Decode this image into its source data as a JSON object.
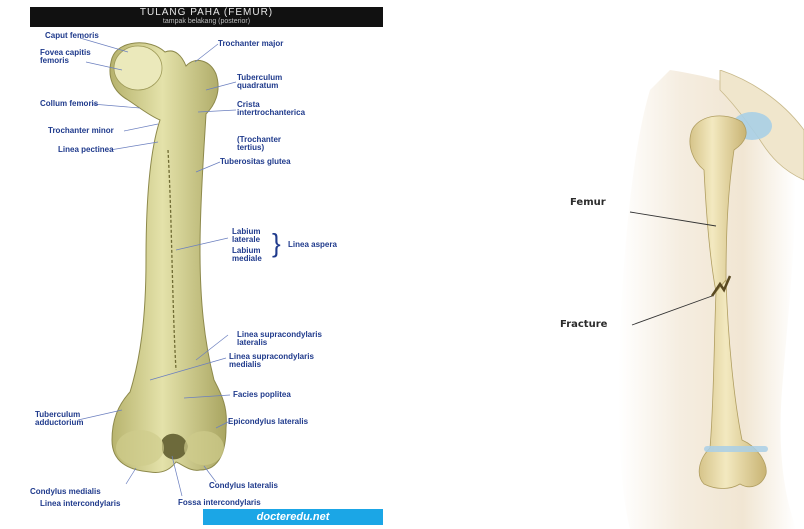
{
  "left": {
    "title": "TULANG PAHA (FEMUR)",
    "subtitle": "tampak belakang (posterior)",
    "labels": {
      "caput_femoris": "Caput femoris",
      "fovea_capitis": "Fovea capitis femoris",
      "collum_femoris": "Collum femoris",
      "trochanter_minor": "Trochanter minor",
      "linea_pectinea": "Linea pectinea",
      "trochanter_major": "Trochanter major",
      "tuberculum_quadratum": "Tuberculum quadratum",
      "crista_intertrochanterica": "Crista intertrochanterica",
      "trochanter_tertius": "(Trochanter tertius)",
      "tuberositas_glutea": "Tuberositas glutea",
      "labium_laterale": "Labium laterale",
      "labium_mediale": "Labium mediale",
      "linea_aspera": "Linea aspera",
      "linea_supracondylaris_lateralis": "Linea supracondylaris lateralis",
      "linea_supracondylaris_medialis": "Linea supracondylaris medialis",
      "facies_poplitea": "Facies poplitea",
      "tuberculum_adductorium": "Tuberculum adductorium",
      "epicondylus_lateralis": "Epicondylus lateralis",
      "condylus_lateralis": "Condylus lateralis",
      "condylus_medialis": "Condylus medialis",
      "linea_intercondylaris": "Linea intercondylaris",
      "fossa_intercondylaris": "Fossa intercondylaris"
    },
    "watermark": "docteredu.net"
  },
  "right": {
    "labels": {
      "femur": "Femur",
      "fracture": "Fracture"
    }
  },
  "colors": {
    "bone": "#dcdba0",
    "bone_shadow": "#a9a561",
    "label_blue": "#1f3a8c",
    "cartilage": "#a9cfe6",
    "skin": "#f6eee0",
    "watermark_bg": "#1ba6e6"
  }
}
